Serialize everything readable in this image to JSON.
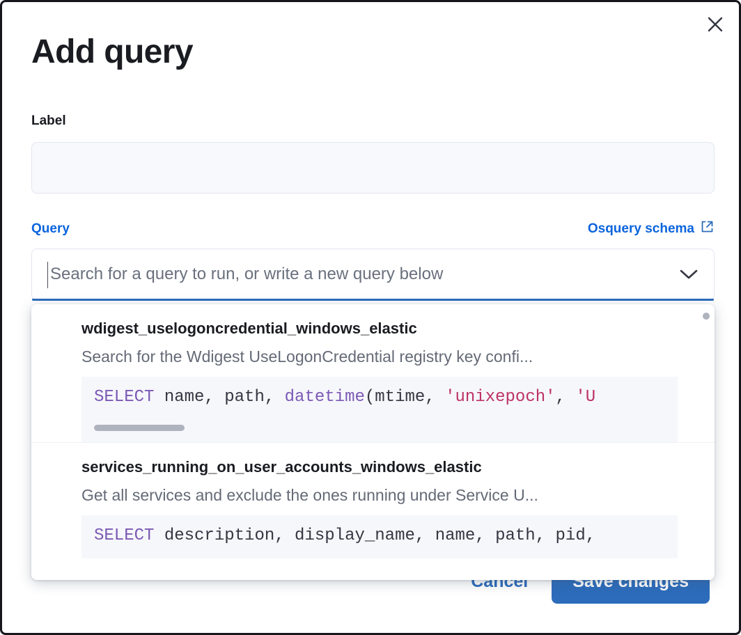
{
  "modal": {
    "title": "Add query",
    "close_icon": "close-icon"
  },
  "label_field": {
    "label": "Label",
    "value": "",
    "placeholder": ""
  },
  "query_field": {
    "label": "Query",
    "schema_link": "Osquery schema",
    "schema_link_icon": "external-link-icon",
    "combobox_value": "",
    "combobox_placeholder": "Search for a query to run, or write a new query below",
    "chevron_icon": "chevron-down-icon"
  },
  "dropdown": {
    "options": [
      {
        "title": "wdigest_uselogoncredential_windows_elastic",
        "description": "Search for the Wdigest UseLogonCredential registry key confi...",
        "code": {
          "tokens": [
            {
              "t": "SELECT",
              "c": "kw"
            },
            {
              "t": " name, path, ",
              "c": "punc"
            },
            {
              "t": "datetime",
              "c": "fn"
            },
            {
              "t": "(mtime, ",
              "c": "punc"
            },
            {
              "t": "'unixepoch'",
              "c": "str"
            },
            {
              "t": ", ",
              "c": "punc"
            },
            {
              "t": "'U",
              "c": "str"
            }
          ],
          "has_scrollbar": true
        }
      },
      {
        "title": "services_running_on_user_accounts_windows_elastic",
        "description": "Get all services and exclude the ones running under Service U...",
        "code": {
          "tokens": [
            {
              "t": "SELECT",
              "c": "kw"
            },
            {
              "t": " description, display_name, name, path, pid,",
              "c": "punc"
            }
          ],
          "has_scrollbar": false
        }
      }
    ],
    "scrollbar_visible": true
  },
  "footer": {
    "cancel_label": "Cancel",
    "save_label": "Save changes"
  },
  "colors": {
    "accent": "#0b64dd",
    "primary_button": "#2c6cbb",
    "focus_underline": "#2c6cbb",
    "text": "#1a1c21",
    "muted_text": "#646a76",
    "code_bg": "#f6f7fb",
    "keyword": "#7b59b5",
    "string": "#bd3366"
  }
}
